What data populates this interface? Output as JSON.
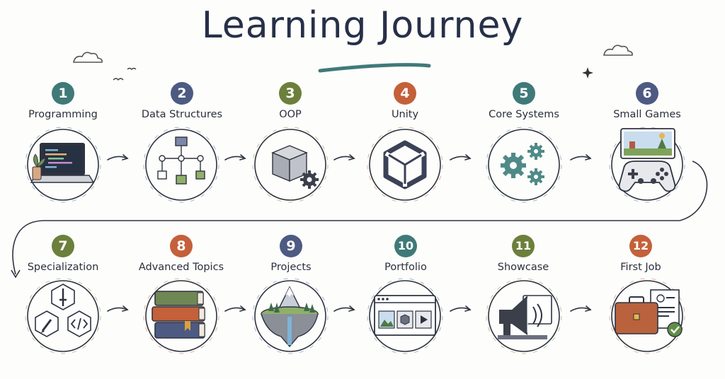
{
  "title": "Learning Journey",
  "colors": {
    "teal": "#3f7a78",
    "slate": "#4d5a82",
    "olive": "#6d7f3c",
    "rust": "#c4603a",
    "ink": "#2c3142"
  },
  "steps": [
    {
      "number": "1",
      "label": "Programming",
      "icon": "laptop-code-icon",
      "color": "#3f7a78"
    },
    {
      "number": "2",
      "label": "Data Structures",
      "icon": "tree-diagram-icon",
      "color": "#4d5a82"
    },
    {
      "number": "3",
      "label": "OOP",
      "icon": "cube-gear-icon",
      "color": "#6d7f3c"
    },
    {
      "number": "4",
      "label": "Unity",
      "icon": "unity-logo-icon",
      "color": "#c4603a"
    },
    {
      "number": "5",
      "label": "Core Systems",
      "icon": "gears-icon",
      "color": "#3f7a78"
    },
    {
      "number": "6",
      "label": "Small Games",
      "icon": "gamepad-icon",
      "color": "#4d5a82"
    },
    {
      "number": "7",
      "label": "Specialization",
      "icon": "specialization-icons",
      "color": "#6d7f3c"
    },
    {
      "number": "8",
      "label": "Advanced Topics",
      "icon": "books-icon",
      "color": "#c4603a"
    },
    {
      "number": "9",
      "label": "Projects",
      "icon": "floating-island-icon",
      "color": "#4d5a82"
    },
    {
      "number": "10",
      "label": "Portfolio",
      "icon": "browser-gallery-icon",
      "color": "#3f7a78"
    },
    {
      "number": "11",
      "label": "Showcase",
      "icon": "megaphone-icon",
      "color": "#6d7f3c"
    },
    {
      "number": "12",
      "label": "First Job",
      "icon": "briefcase-resume-icon",
      "color": "#c4603a"
    }
  ]
}
